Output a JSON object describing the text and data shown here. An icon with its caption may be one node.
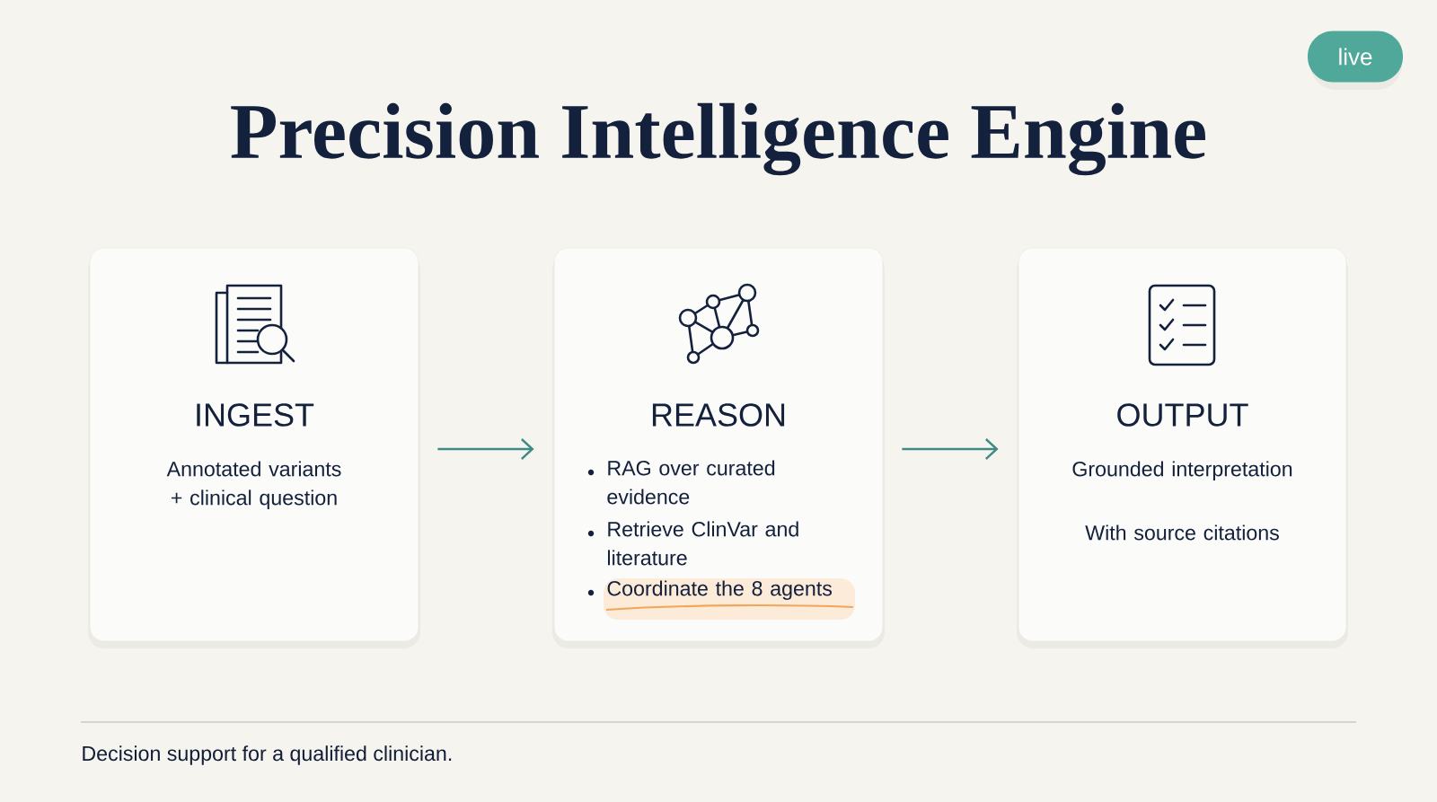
{
  "diagram": {
    "title": "Precision Intelligence Engine",
    "nodes": [
      {
        "text": [
          "INGEST",
          "Annotated variants + clinical question"
        ]
      },
      {
        "text": [
          "REASON",
          "RAG over curated evidence",
          "Retrieve ClinVar and literature",
          "Coordinate the 8 agents"
        ]
      },
      {
        "text": [
          "OUTPUT",
          "Grounded interpretation",
          "With source citations"
        ]
      },
      {
        "text": [
          "live"
        ]
      }
    ],
    "edges": [
      {
        "from": 0,
        "to": 1,
        "arrow": "to"
      },
      {
        "from": 1,
        "to": 2,
        "arrow": "to"
      }
    ],
    "labels": [
      "Decision support for a qualified clinician."
    ]
  }
}
